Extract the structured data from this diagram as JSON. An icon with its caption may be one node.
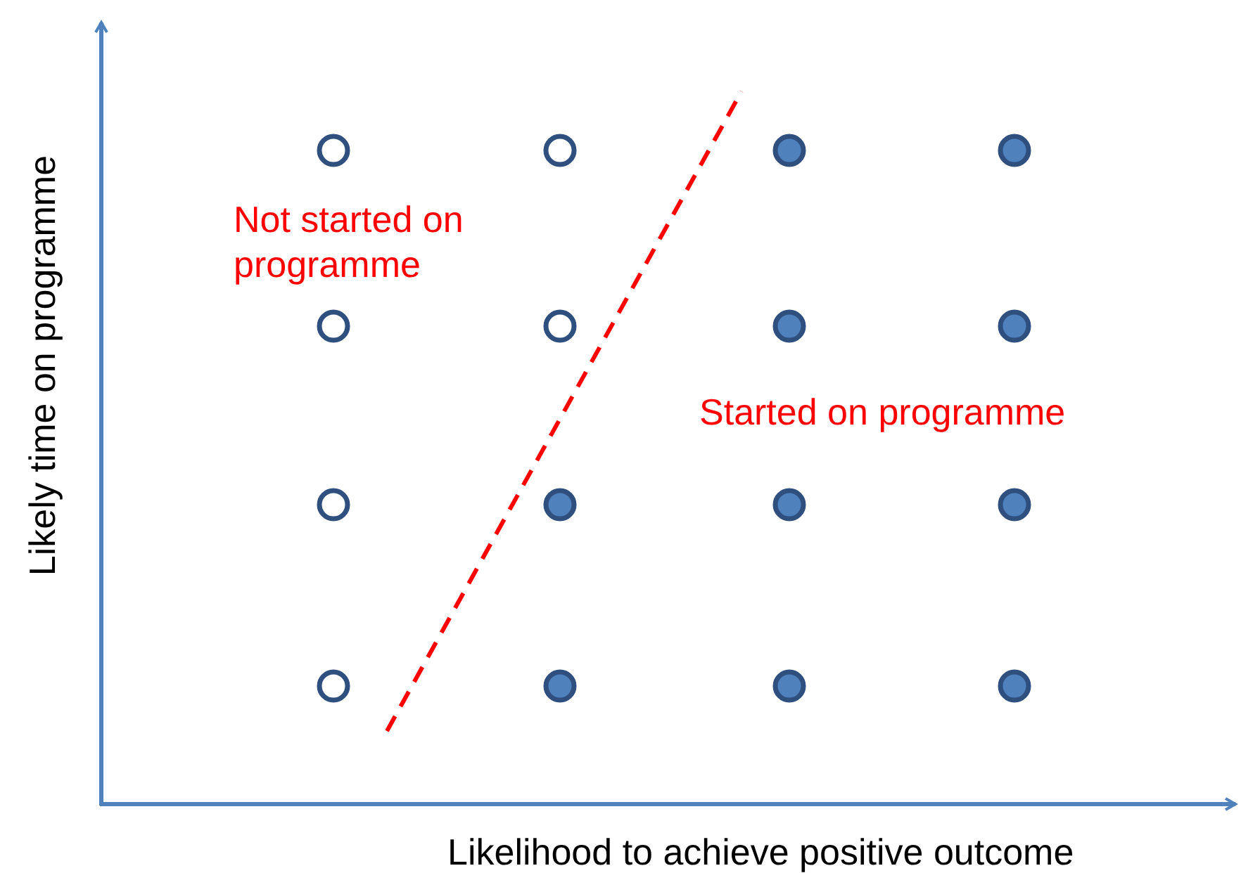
{
  "diagram": {
    "nodes": [
      {
        "text": [],
        "shape": "circle"
      },
      {
        "text": [],
        "shape": "circle"
      },
      {
        "text": [],
        "shape": "dot"
      },
      {
        "text": [],
        "shape": "dot"
      },
      {
        "text": [],
        "shape": "circle"
      },
      {
        "text": [],
        "shape": "circle"
      },
      {
        "text": [],
        "shape": "dot"
      },
      {
        "text": [],
        "shape": "dot"
      },
      {
        "text": [],
        "shape": "circle"
      },
      {
        "text": [],
        "shape": "dot"
      },
      {
        "text": [],
        "shape": "dot"
      },
      {
        "text": [],
        "shape": "dot"
      },
      {
        "text": [],
        "shape": "circle"
      },
      {
        "text": [],
        "shape": "dot"
      },
      {
        "text": [],
        "shape": "dot"
      },
      {
        "text": [],
        "shape": "dot"
      }
    ],
    "labels": [
      "Not started on programme",
      "Started on programme",
      "Likely time on programme",
      "Likelihood to achieve positive outcome"
    ]
  }
}
